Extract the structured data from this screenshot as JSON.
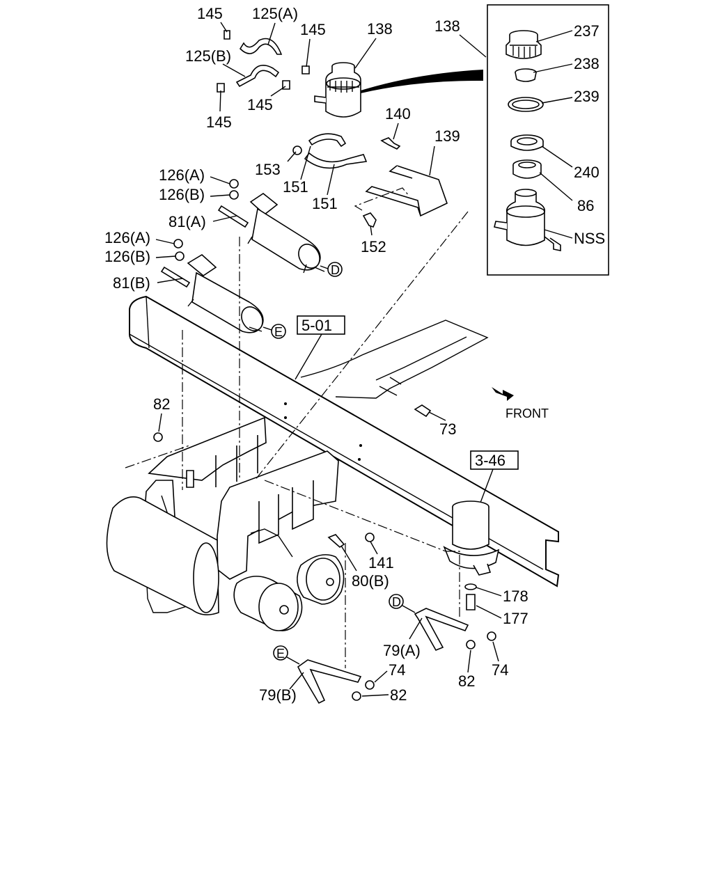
{
  "callouts": {
    "c145a": "145",
    "c125a": "125(A)",
    "c145b": "145",
    "c138": "138",
    "c125b": "125(B)",
    "c145c": "145",
    "c145d": "145",
    "c140": "140",
    "c139": "139",
    "c153": "153",
    "c151a": "151",
    "c151b": "151",
    "c152": "152",
    "c126a_top": "126(A)",
    "c126b_top": "126(B)",
    "c81a": "81(A)",
    "c126a_bot": "126(A)",
    "c126b_bot": "126(B)",
    "c81b": "81(B)",
    "c82_left": "82",
    "c73": "73",
    "c141": "141",
    "c80b": "80(B)",
    "c178": "178",
    "c177": "177",
    "c79a": "79(A)",
    "c82_mid": "82",
    "c74_right": "74",
    "c74_bot": "74",
    "c79b": "79(B)",
    "c82_bot": "82"
  },
  "inset": {
    "title": "138",
    "items": {
      "i237": "237",
      "i238": "238",
      "i239": "239",
      "i240": "240",
      "i86": "86",
      "inss": "NSS"
    }
  },
  "references": {
    "ref501": "5-01",
    "ref346": "3-46"
  },
  "markers": {
    "d1": "D",
    "e1": "E",
    "d2": "D",
    "e2": "E"
  },
  "direction": {
    "front": "FRONT"
  }
}
